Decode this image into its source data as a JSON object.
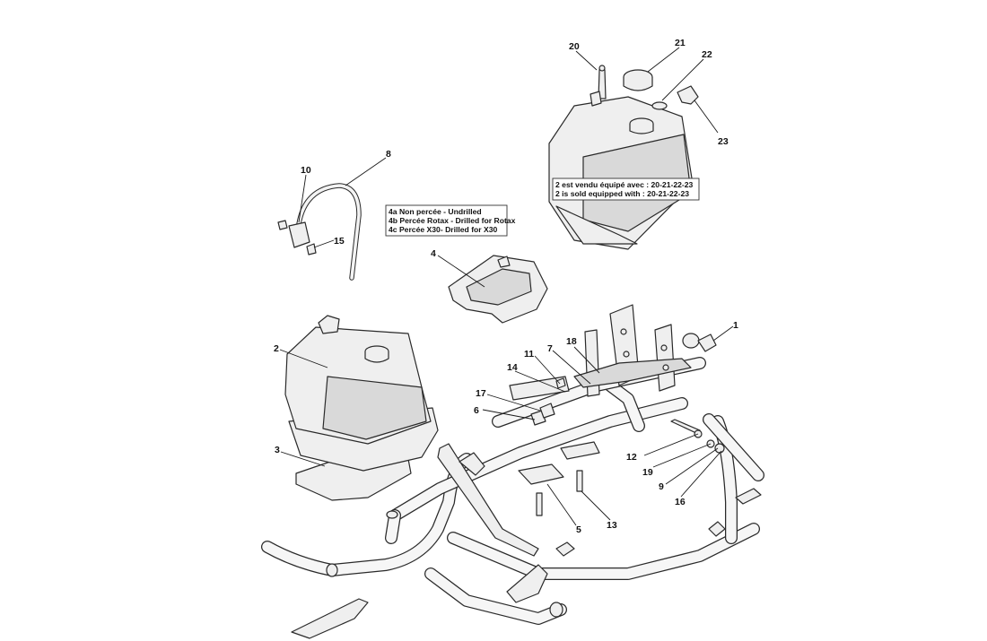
{
  "notes": {
    "variants": [
      "4a Non percée - Undrilled",
      "4b Percée Rotax - Drilled for Rotax",
      "4c Percée X30- Drilled for X30"
    ],
    "equipped": [
      "2 est vendu équipé avec : 20-21-22-23",
      "2 is sold equipped with : 20-21-22-23"
    ]
  },
  "callouts": [
    {
      "id": "c20",
      "label": "20"
    },
    {
      "id": "c21",
      "label": "21"
    },
    {
      "id": "c22",
      "label": "22"
    },
    {
      "id": "c23",
      "label": "23"
    },
    {
      "id": "c10",
      "label": "10"
    },
    {
      "id": "c8",
      "label": "8"
    },
    {
      "id": "c15",
      "label": "15"
    },
    {
      "id": "c4",
      "label": "4"
    },
    {
      "id": "c1",
      "label": "1"
    },
    {
      "id": "c2",
      "label": "2"
    },
    {
      "id": "c18",
      "label": "18"
    },
    {
      "id": "c11",
      "label": "11"
    },
    {
      "id": "c7",
      "label": "7"
    },
    {
      "id": "c14",
      "label": "14"
    },
    {
      "id": "c17",
      "label": "17"
    },
    {
      "id": "c6",
      "label": "6"
    },
    {
      "id": "c3",
      "label": "3"
    },
    {
      "id": "c12",
      "label": "12"
    },
    {
      "id": "c19",
      "label": "19"
    },
    {
      "id": "c9",
      "label": "9"
    },
    {
      "id": "c16",
      "label": "16"
    },
    {
      "id": "c5",
      "label": "5"
    },
    {
      "id": "c13",
      "label": "13"
    }
  ]
}
